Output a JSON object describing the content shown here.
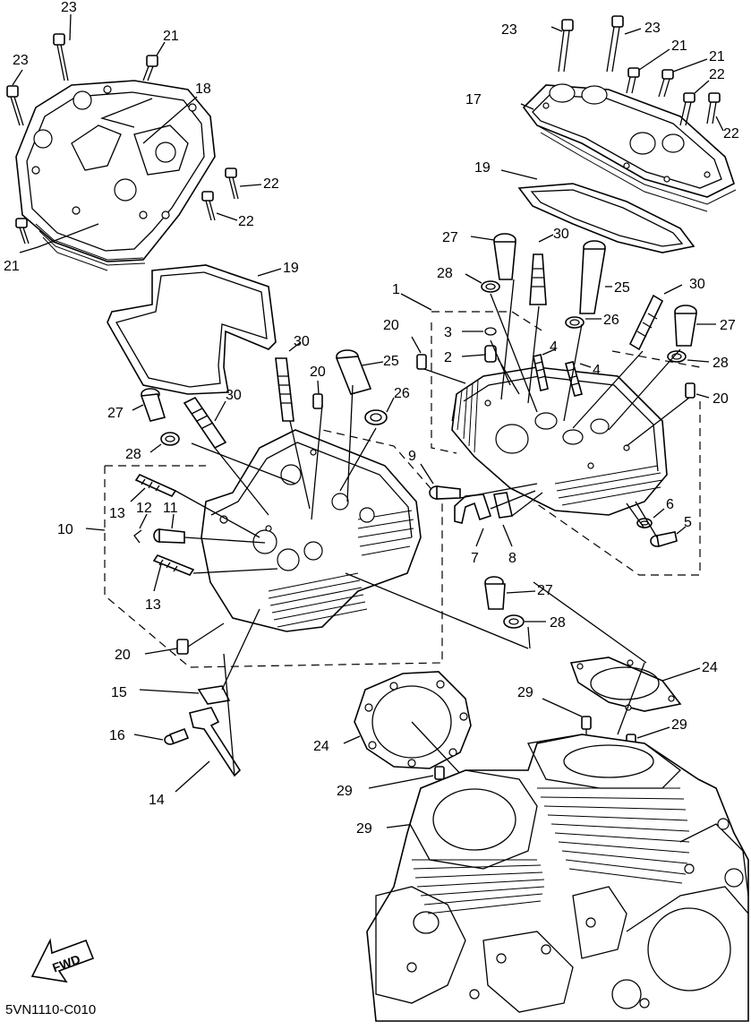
{
  "diagram": {
    "code": "5VN1110-C010",
    "fwd_label": "FWD",
    "callouts": {
      "c23a": "23",
      "c23b": "23",
      "c21a": "21",
      "c18": "18",
      "c22a": "22",
      "c22b": "22",
      "c21b": "21",
      "c19a": "19",
      "c30a": "30",
      "c25a": "25",
      "c20a": "20",
      "c27a": "27",
      "c30b": "30",
      "c26a": "26",
      "c28a": "28",
      "c10": "10",
      "c13a": "13",
      "c12": "12",
      "c11": "11",
      "c13b": "13",
      "c20b": "20",
      "c15": "15",
      "c16": "16",
      "c14": "14",
      "c23c": "23",
      "c23d": "23",
      "c21c": "21",
      "c21d": "21",
      "c22c": "22",
      "c22d": "22",
      "c17": "17",
      "c19b": "19",
      "c27b": "27",
      "c30c": "30",
      "c28b": "28",
      "c25b": "25",
      "c1": "1",
      "c30d": "30",
      "c20c": "20",
      "c3": "3",
      "c26b": "26",
      "c27c": "27",
      "c2": "2",
      "c4a": "4",
      "c4b": "4",
      "c28c": "28",
      "c20d": "20",
      "c9": "9",
      "c6": "6",
      "c5": "5",
      "c7": "7",
      "c8": "8",
      "c27d": "27",
      "c28d": "28",
      "c24a": "24",
      "c29a": "29",
      "c29b": "29",
      "c24b": "24",
      "c29c": "29",
      "c29d": "29"
    }
  }
}
